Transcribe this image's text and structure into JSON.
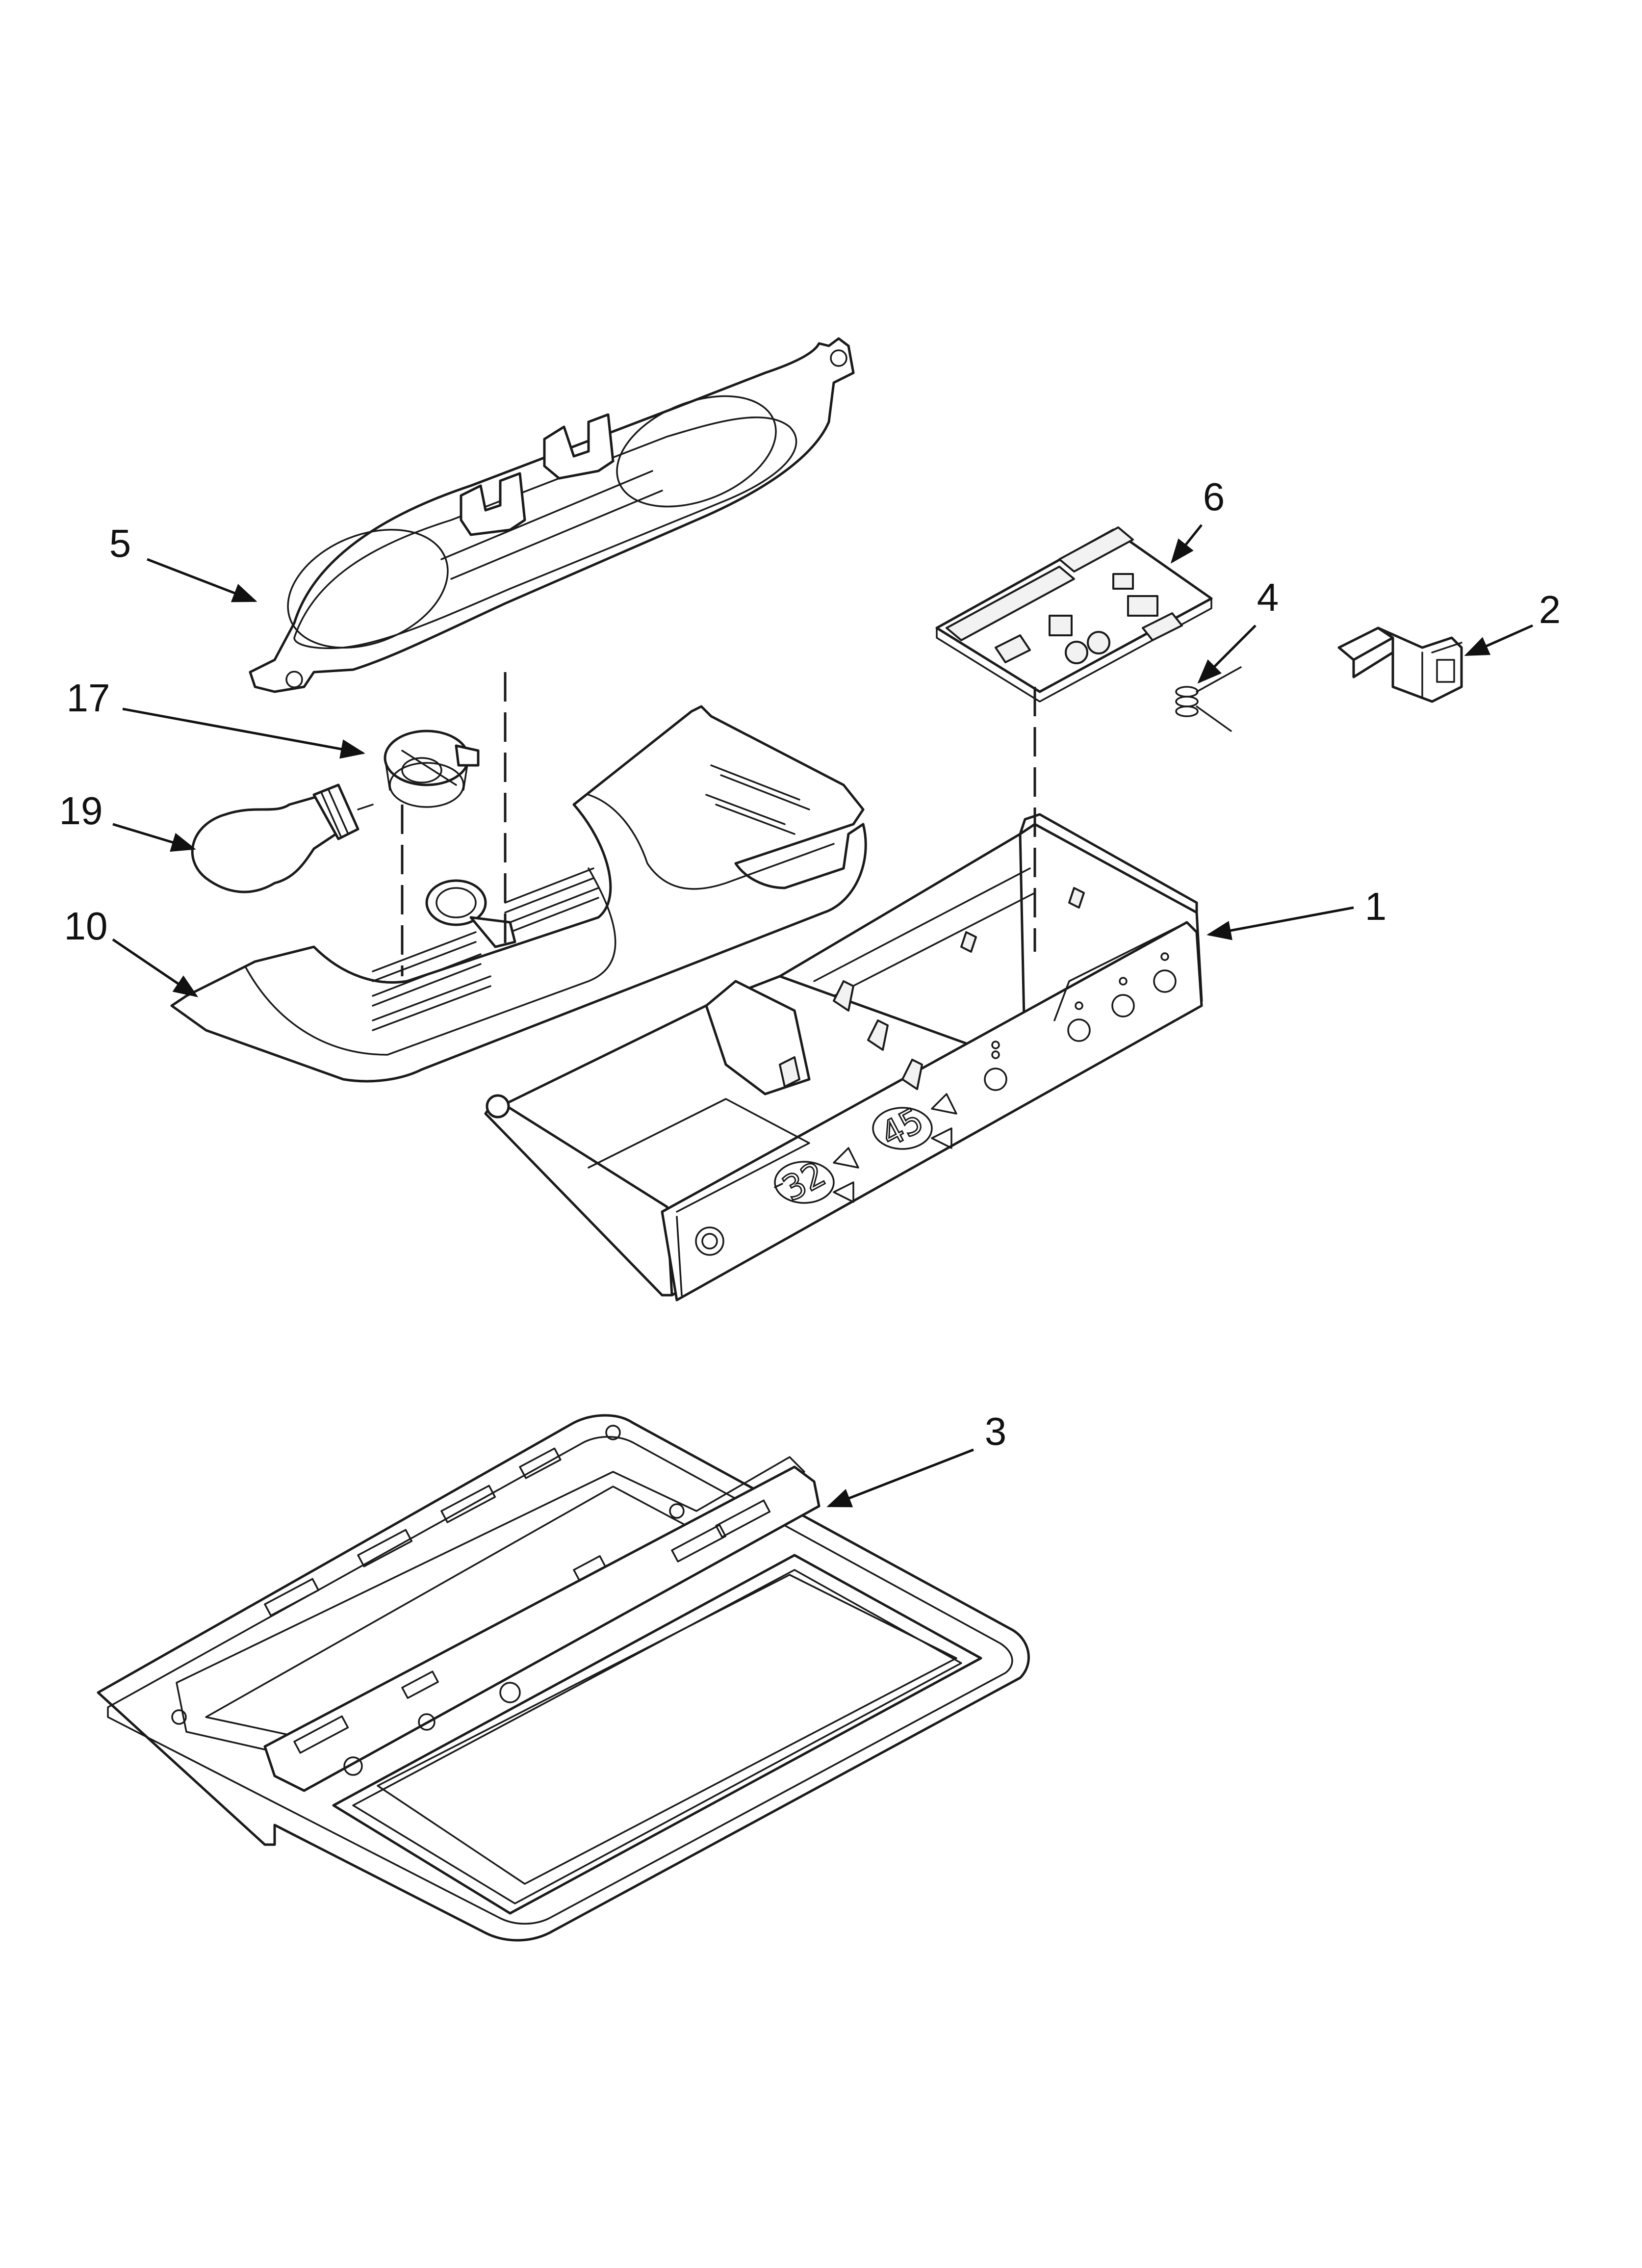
{
  "diagram": {
    "callouts": [
      {
        "id": "c5",
        "label": "5"
      },
      {
        "id": "c6",
        "label": "6"
      },
      {
        "id": "c4",
        "label": "4"
      },
      {
        "id": "c2",
        "label": "2"
      },
      {
        "id": "c17",
        "label": "17"
      },
      {
        "id": "c19",
        "label": "19"
      },
      {
        "id": "c10",
        "label": "10"
      },
      {
        "id": "c1",
        "label": "1"
      },
      {
        "id": "c3",
        "label": "3"
      }
    ],
    "display": {
      "left_temp": "32",
      "right_temp": "45"
    }
  }
}
